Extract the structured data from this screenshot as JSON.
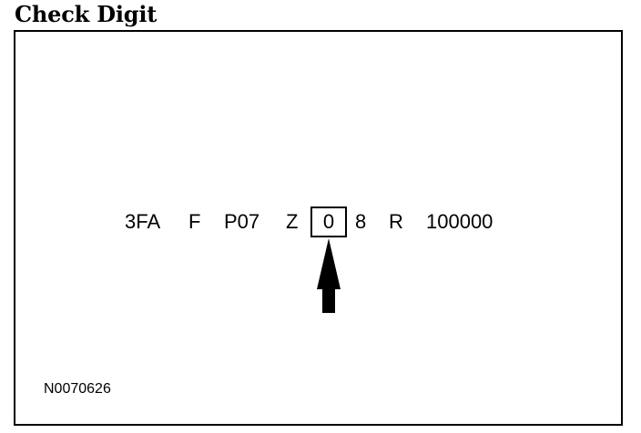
{
  "title": "Check Digit",
  "vin_segments": {
    "wmi": "3FA",
    "restraint": "F",
    "line_series_body": "P07",
    "engine": "Z",
    "check_digit": "0",
    "model_year": "8",
    "plant": "R",
    "serial": "100000"
  },
  "reference_code": "N0070626",
  "colors": {
    "ink": "#000000",
    "background": "#ffffff"
  }
}
